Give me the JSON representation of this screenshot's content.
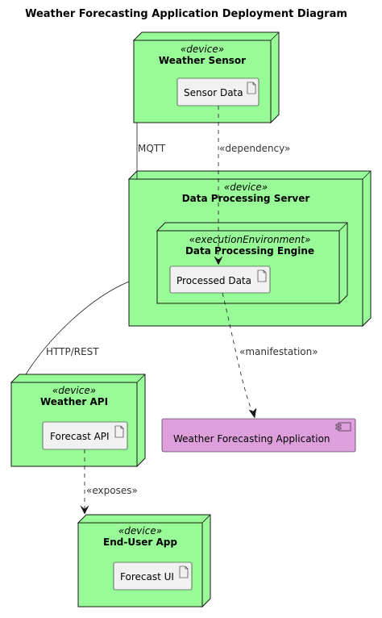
{
  "diagram": {
    "title": "Weather Forecasting Application Deployment Diagram",
    "nodes": {
      "weather_sensor": {
        "stereotype": "«device»",
        "name": "Weather Sensor",
        "artifact": "Sensor Data"
      },
      "data_processing_server": {
        "stereotype": "«device»",
        "name": "Data Processing Server"
      },
      "data_processing_engine": {
        "stereotype": "«executionEnvironment»",
        "name": "Data Processing Engine",
        "artifact": "Processed Data"
      },
      "weather_api": {
        "stereotype": "«device»",
        "name": "Weather API",
        "artifact": "Forecast API"
      },
      "end_user_app": {
        "stereotype": "«device»",
        "name": "End-User App",
        "artifact": "Forecast UI"
      }
    },
    "component": {
      "name": "Weather Forecasting Application"
    },
    "edges": {
      "sensor_server": "MQTT",
      "sensor_to_processed": "«dependency»",
      "server_api": "HTTP/REST",
      "processed_to_app": "«manifestation»",
      "api_to_ui": "«exposes»"
    },
    "colors": {
      "node_fill": "#98fb98",
      "component_fill": "#dda0dd",
      "artifact_fill": "#f1f1f1",
      "stroke": "#181818"
    }
  }
}
